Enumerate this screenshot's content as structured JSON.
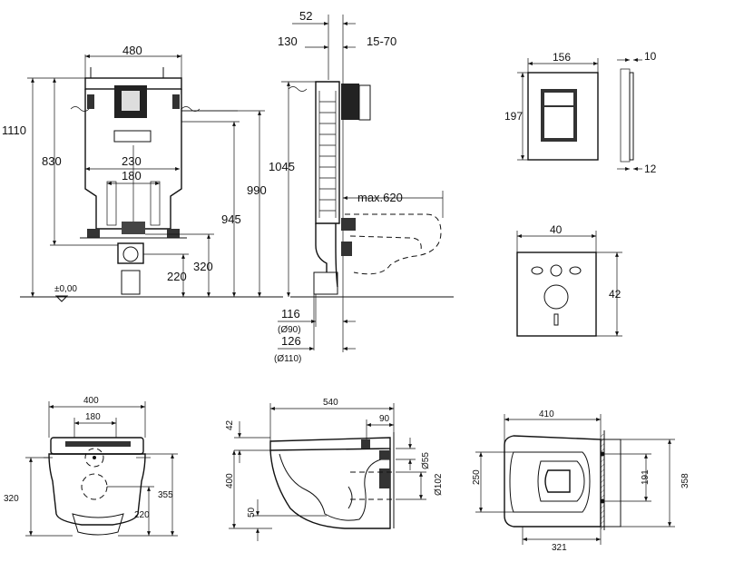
{
  "frame": {
    "width_480": "480",
    "height_1110": "1110",
    "height_830": "830",
    "width_230": "230",
    "width_180": "180",
    "height_990": "990",
    "height_945": "945",
    "height_320": "320",
    "height_220": "220",
    "level_000": "±0,00"
  },
  "side": {
    "d52": "52",
    "d130": "130",
    "d15_70": "15-70",
    "d1045": "1045",
    "max620": "max.620",
    "d116": "116",
    "d90": "(Ø90)",
    "d126": "126",
    "d110": "(Ø110)"
  },
  "plate": {
    "w156": "156",
    "h197": "197",
    "d10": "10",
    "d12": "12"
  },
  "mat": {
    "w40": "40",
    "h42": "42"
  },
  "bowl_front": {
    "w400": "400",
    "w180": "180",
    "h320": "320",
    "h355": "355",
    "h220": "220"
  },
  "bowl_side": {
    "w540": "540",
    "d90": "90",
    "d42": "42",
    "h400": "400",
    "d55": "Ø55",
    "d102": "Ø102",
    "d50": "50"
  },
  "bowl_top": {
    "w410": "410",
    "h250": "250",
    "h358": "358",
    "d191": "191",
    "w321": "321"
  }
}
